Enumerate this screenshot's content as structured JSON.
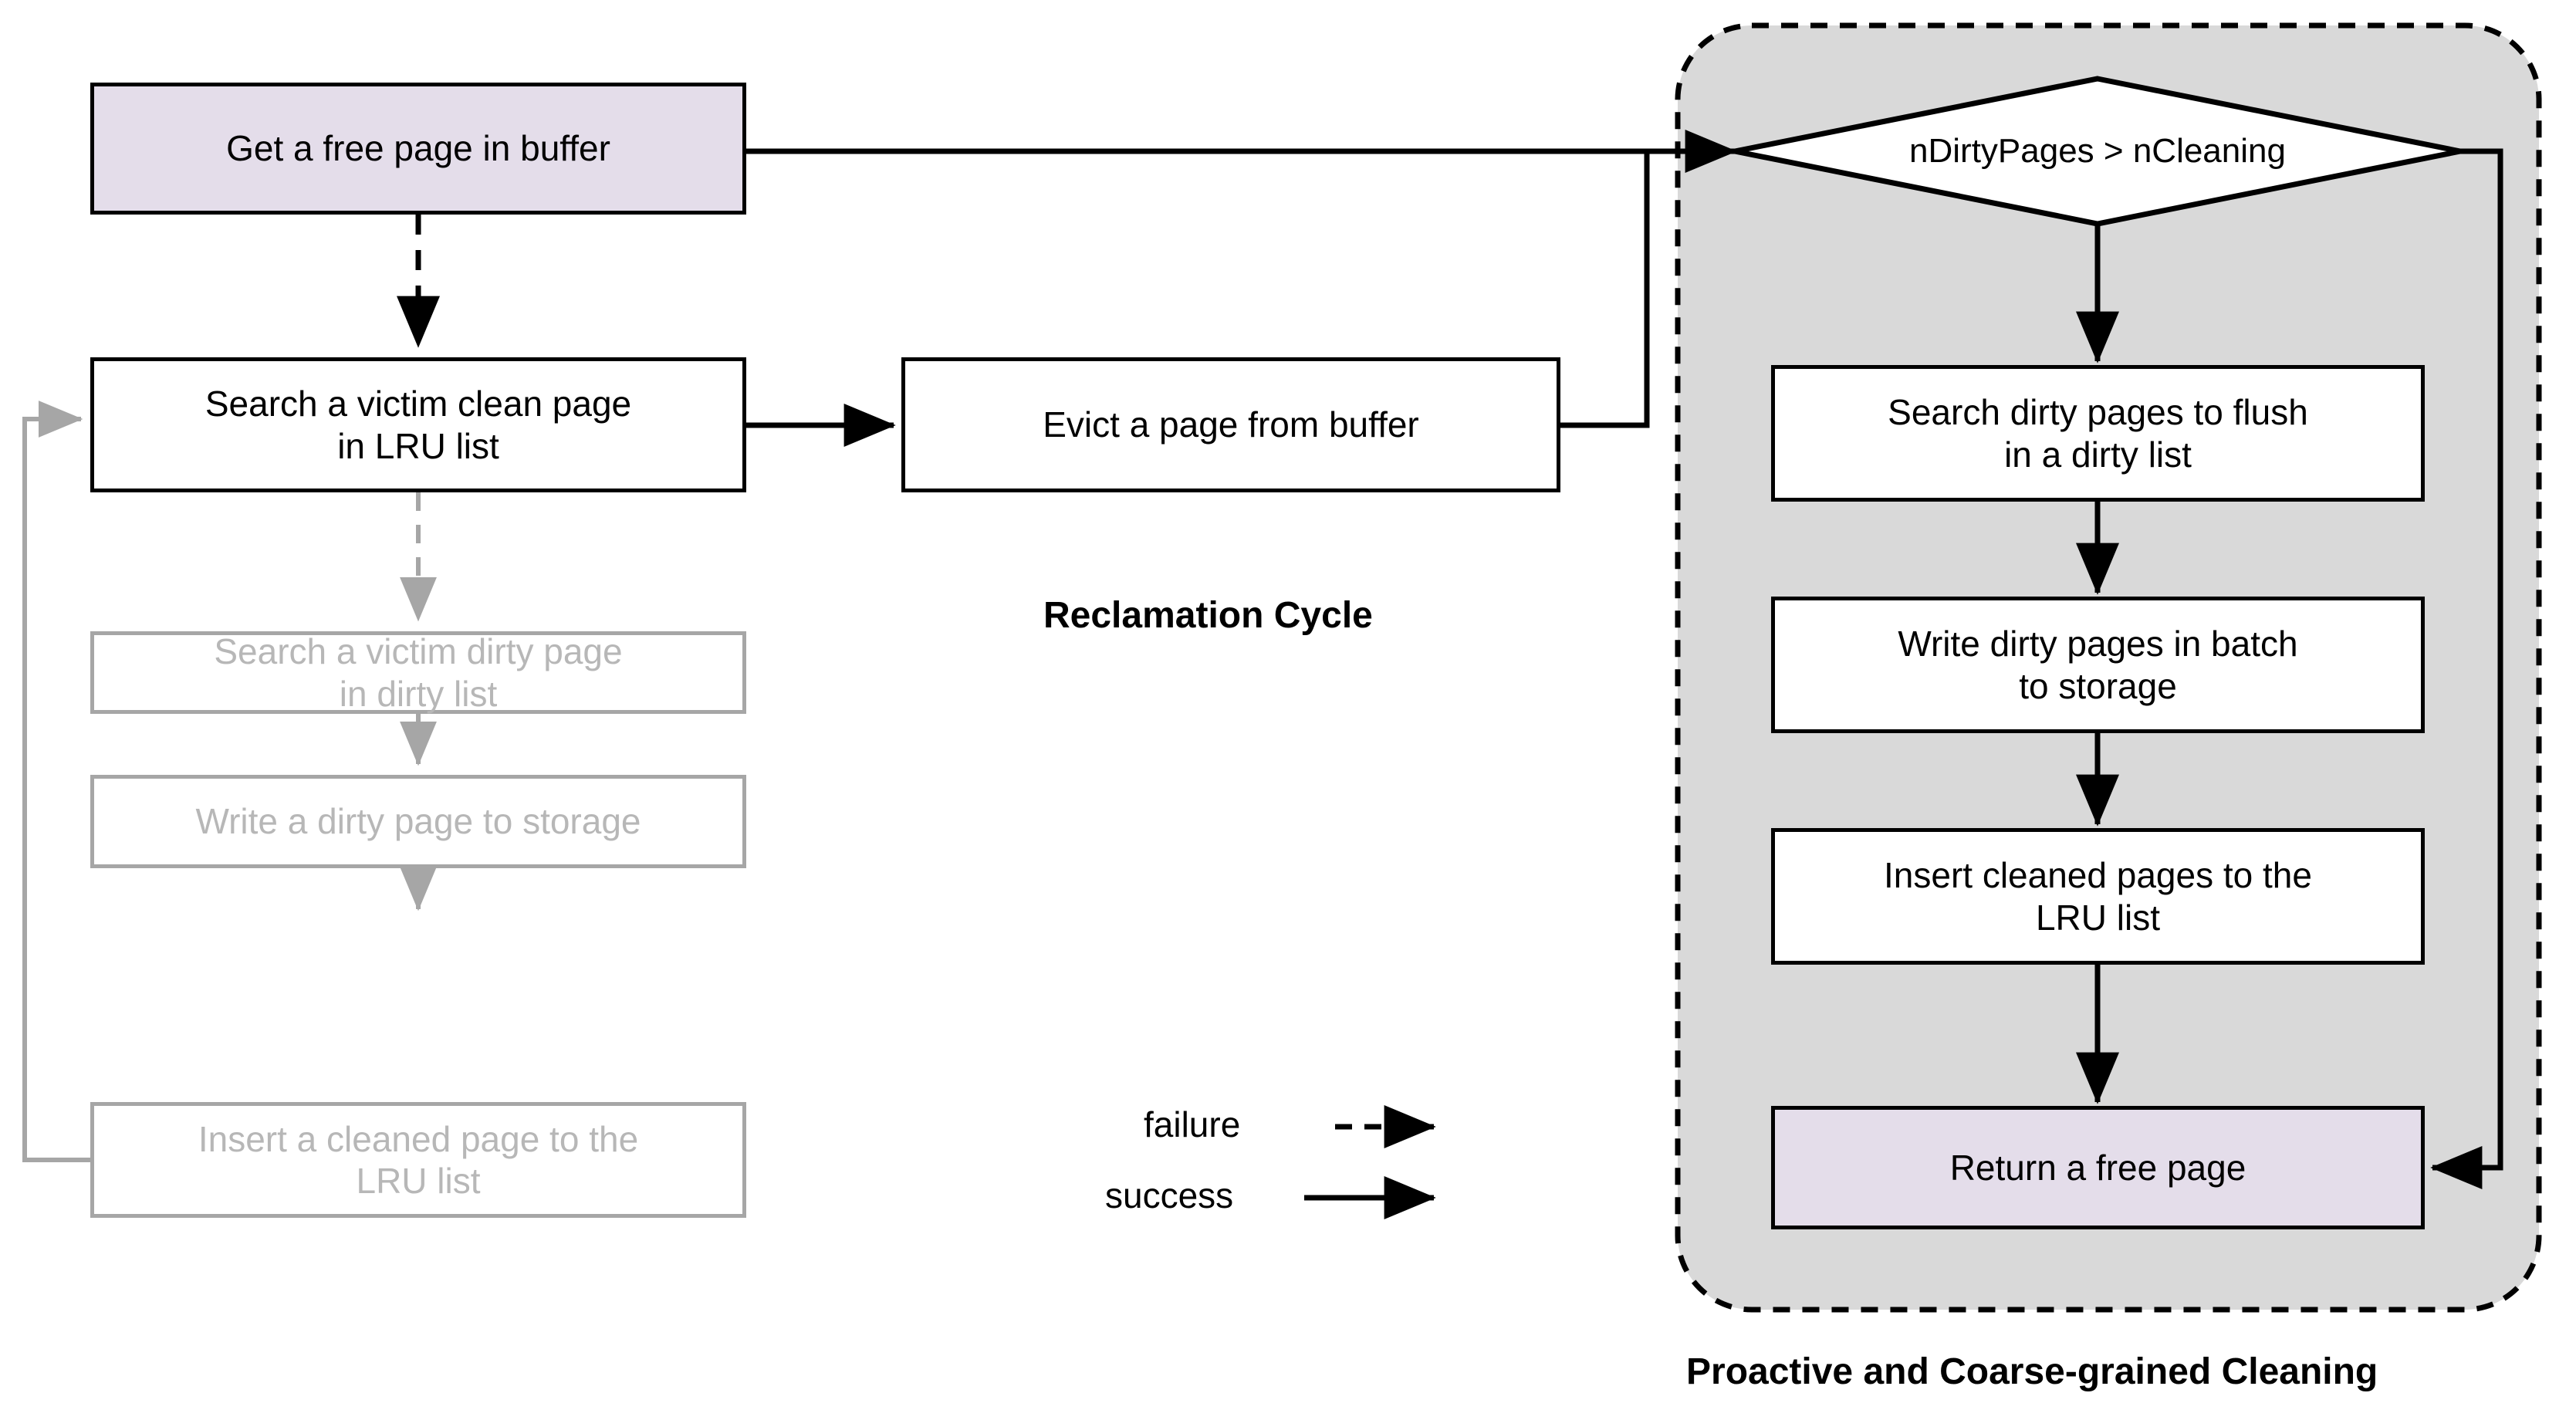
{
  "diagram": {
    "title_left": "Reclamation Cycle",
    "title_right": "Proactive and Coarse-grained Cleaning",
    "colors": {
      "highlight_fill": "#e4ddea",
      "panel_fill": "#d9d9d9",
      "active_stroke": "#000000",
      "disabled_stroke": "#a6a6a6",
      "disabled_text": "#b7b7b7"
    }
  },
  "left_flow": {
    "nodes": [
      {
        "id": "get-free-page",
        "label": "Get a free page in buffer",
        "state": "highlight"
      },
      {
        "id": "search-victim-clean",
        "label": "Search a victim clean page\nin LRU list",
        "state": "active"
      },
      {
        "id": "search-victim-dirty",
        "label": "Search a victim dirty page\nin dirty list",
        "state": "disabled"
      },
      {
        "id": "write-dirty-page",
        "label": "Write a dirty page to storage",
        "state": "disabled"
      },
      {
        "id": "insert-cleaned-page",
        "label": "Insert a cleaned page to the\nLRU list",
        "state": "disabled"
      }
    ]
  },
  "middle_flow": {
    "nodes": [
      {
        "id": "evict-page",
        "label": "Evict a page from buffer",
        "state": "active"
      }
    ]
  },
  "right_flow": {
    "decision": {
      "id": "ndirty-check",
      "label": "nDirtyPages > nCleaning"
    },
    "nodes": [
      {
        "id": "search-dirty-flush",
        "label": "Search dirty pages to flush\nin a dirty list",
        "state": "active"
      },
      {
        "id": "write-dirty-batch",
        "label": "Write dirty pages in batch\nto storage",
        "state": "active"
      },
      {
        "id": "insert-cleaned-lru",
        "label": "Insert cleaned pages to the\nLRU list",
        "state": "active"
      },
      {
        "id": "return-free-page",
        "label": "Return a free page",
        "state": "highlight"
      }
    ]
  },
  "legend": {
    "failure_label": "failure",
    "success_label": "success"
  }
}
